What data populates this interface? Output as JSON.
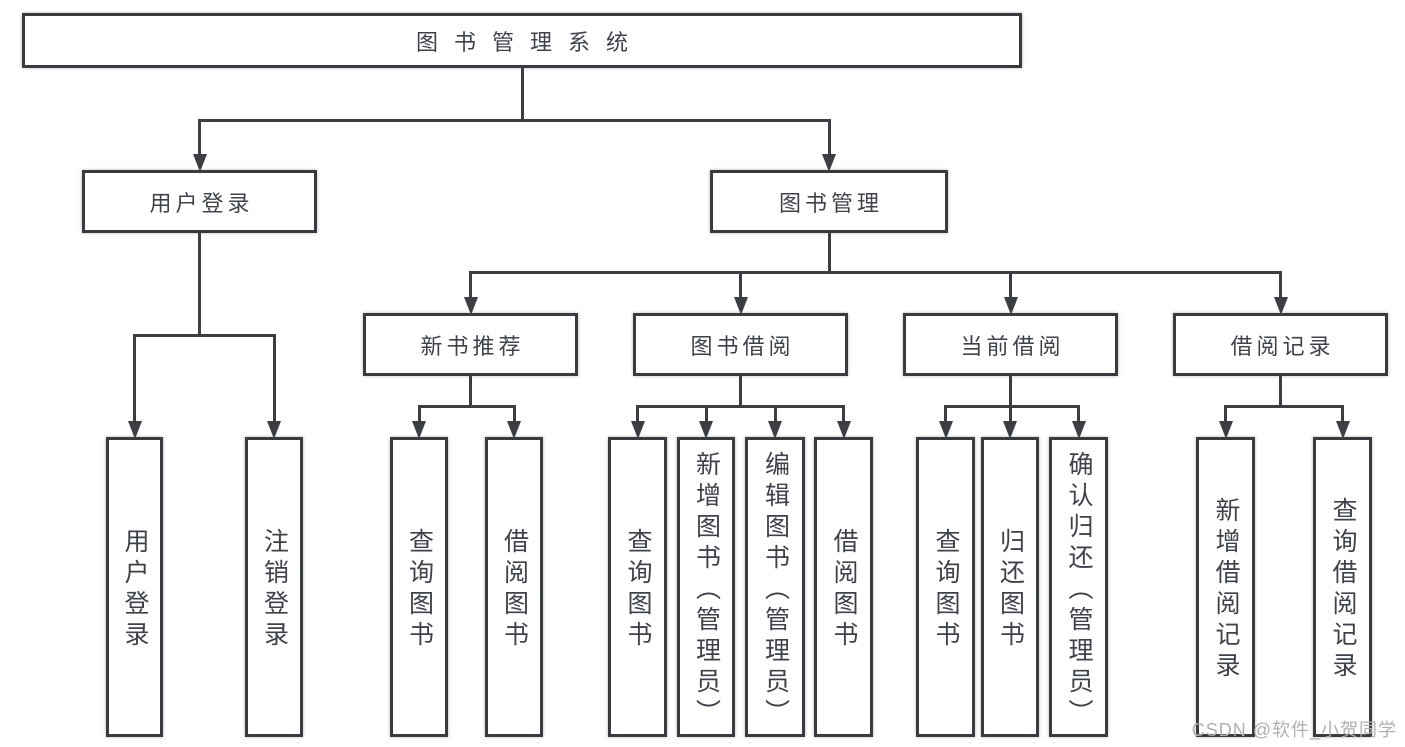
{
  "title": "图书管理系统",
  "watermark": "CSDN @软件_小贺同学",
  "colors": {
    "background": "#ffffff",
    "line": "#3b3e42",
    "box_border": "#383b3f",
    "text": "#3e434b",
    "watermark": "#b1b0b0"
  },
  "nodes": [
    {
      "id": "root",
      "label": "图书管理系统"
    },
    {
      "id": "user-login",
      "label": "用户登录"
    },
    {
      "id": "book-mgmt",
      "label": "图书管理"
    },
    {
      "id": "new-book",
      "label": "新书推荐"
    },
    {
      "id": "book-borrow",
      "label": "图书借阅"
    },
    {
      "id": "current-borrow",
      "label": "当前借阅"
    },
    {
      "id": "borrow-record",
      "label": "借阅记录"
    },
    {
      "id": "leaf-login",
      "label": "用户登录"
    },
    {
      "id": "leaf-logout",
      "label": "注销登录"
    },
    {
      "id": "leaf-nb-query",
      "label": "查询图书"
    },
    {
      "id": "leaf-nb-borrow",
      "label": "借阅图书"
    },
    {
      "id": "leaf-bb-query",
      "label": "查询图书"
    },
    {
      "id": "leaf-bb-add",
      "label": "新增图书（管理员）"
    },
    {
      "id": "leaf-bb-edit",
      "label": "编辑图书（管理员）"
    },
    {
      "id": "leaf-bb-borrow",
      "label": "借阅图书"
    },
    {
      "id": "leaf-cb-query",
      "label": "查询图书"
    },
    {
      "id": "leaf-cb-return",
      "label": "归还图书"
    },
    {
      "id": "leaf-cb-confirm",
      "label": "确认归还（管理员）"
    },
    {
      "id": "leaf-br-add",
      "label": "新增借阅记录"
    },
    {
      "id": "leaf-br-query",
      "label": "查询借阅记录"
    }
  ],
  "hierarchy": {
    "root": [
      "user-login",
      "book-mgmt"
    ],
    "user-login": [
      "leaf-login",
      "leaf-logout"
    ],
    "book-mgmt": [
      "new-book",
      "book-borrow",
      "current-borrow",
      "borrow-record"
    ],
    "new-book": [
      "leaf-nb-query",
      "leaf-nb-borrow"
    ],
    "book-borrow": [
      "leaf-bb-query",
      "leaf-bb-add",
      "leaf-bb-edit",
      "leaf-bb-borrow"
    ],
    "current-borrow": [
      "leaf-cb-query",
      "leaf-cb-return",
      "leaf-cb-confirm"
    ],
    "borrow-record": [
      "leaf-br-add",
      "leaf-br-query"
    ]
  }
}
